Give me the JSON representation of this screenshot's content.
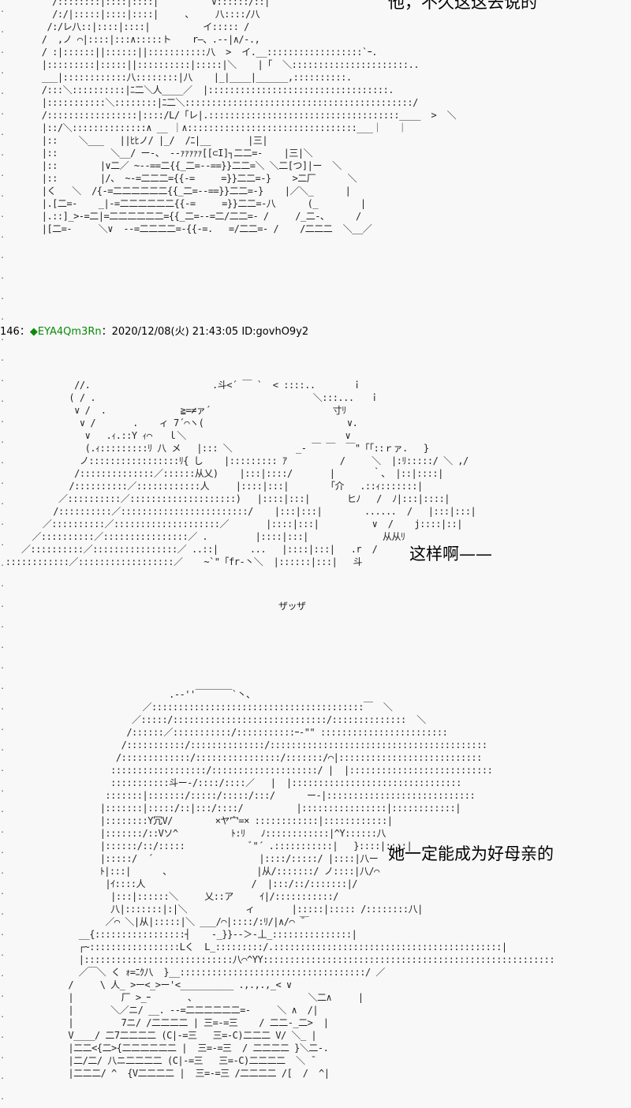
{
  "top_caption_fragment": "他，不久这这去说的",
  "post_header": {
    "number": "146",
    "separator": "：",
    "diamond": "◆",
    "trip": "EYA4Qm3Rn",
    "datetime": "：2020/12/08(火) 21:43:05",
    "id": "ID:govhO9y2"
  },
  "panel2": {
    "caption": "这样啊——",
    "sfx": "ザッザ"
  },
  "panel3": {
    "caption": "她一定能成为好母亲的"
  }
}
